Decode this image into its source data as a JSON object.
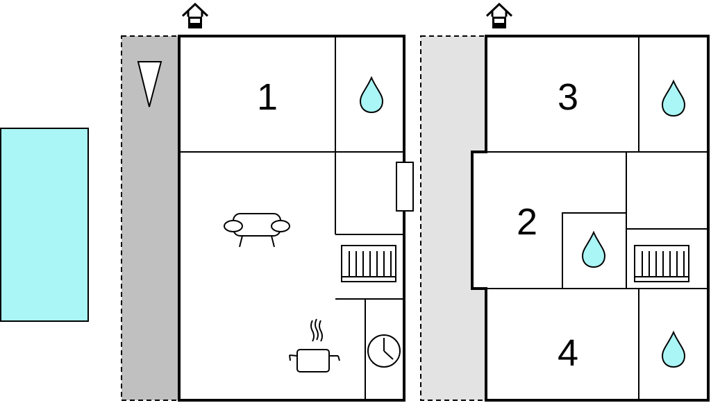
{
  "floors": [
    {
      "rooms": [
        {
          "number": "1",
          "icons": [
            "water-drop"
          ]
        },
        {
          "number": "",
          "icons": [
            "sofa",
            "cooking-pot",
            "clock",
            "staircase",
            "window"
          ]
        }
      ],
      "outdoor": {
        "icon": "triangle",
        "label": ""
      }
    },
    {
      "rooms": [
        {
          "number": "3",
          "icons": [
            "water-drop"
          ]
        },
        {
          "number": "2",
          "icons": [
            "water-drop",
            "staircase"
          ]
        },
        {
          "number": "4",
          "icons": [
            "water-drop"
          ]
        }
      ]
    }
  ],
  "pool": {
    "label": ""
  },
  "colors": {
    "pool": "#aaf5f5",
    "water": "#aaf5f5",
    "terrace_left": "#c0c0c0",
    "terrace_right": "#e3e3e3",
    "wall": "#000000"
  }
}
